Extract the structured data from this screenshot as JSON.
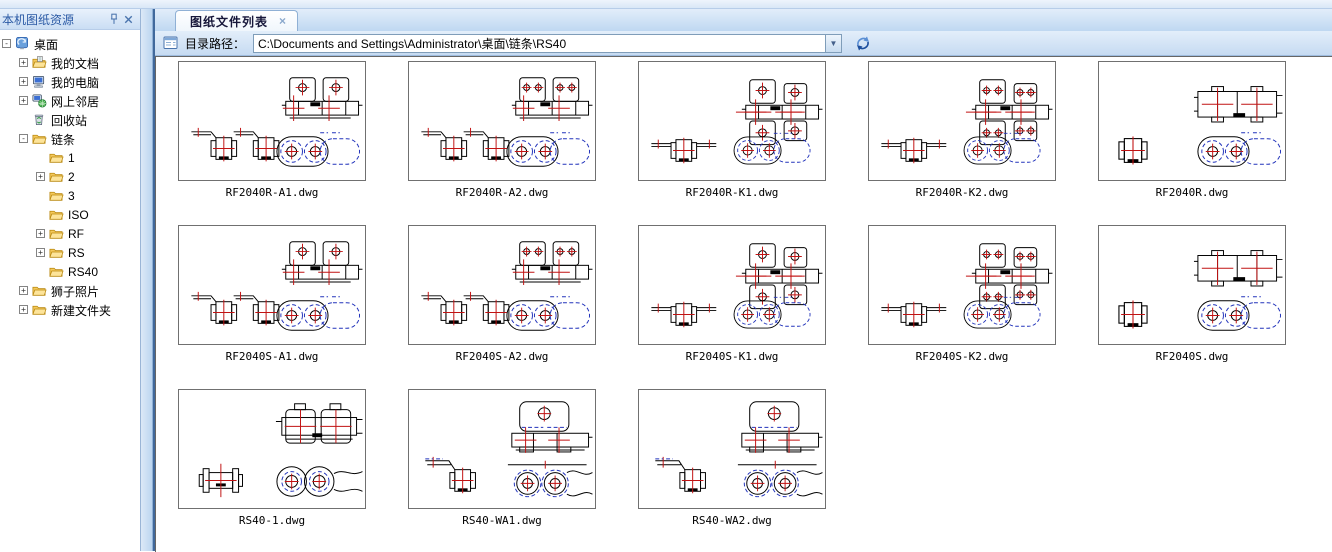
{
  "sidebar": {
    "title": "本机图纸资源",
    "pin_icon": "pin-icon",
    "close_icon": "close-icon",
    "tree": [
      {
        "label": "桌面",
        "level": 0,
        "expander": "-",
        "icon": "desktop"
      },
      {
        "label": "我的文档",
        "level": 1,
        "expander": "+",
        "icon": "documents"
      },
      {
        "label": "我的电脑",
        "level": 1,
        "expander": "+",
        "icon": "computer"
      },
      {
        "label": "网上邻居",
        "level": 1,
        "expander": "+",
        "icon": "network"
      },
      {
        "label": "回收站",
        "level": 1,
        "expander": "",
        "icon": "recycle"
      },
      {
        "label": "链条",
        "level": 1,
        "expander": "-",
        "icon": "folder"
      },
      {
        "label": "1",
        "level": 2,
        "expander": "",
        "icon": "folder"
      },
      {
        "label": "2",
        "level": 2,
        "expander": "+",
        "icon": "folder"
      },
      {
        "label": "3",
        "level": 2,
        "expander": "",
        "icon": "folder"
      },
      {
        "label": "ISO",
        "level": 2,
        "expander": "",
        "icon": "folder"
      },
      {
        "label": "RF",
        "level": 2,
        "expander": "+",
        "icon": "folder"
      },
      {
        "label": "RS",
        "level": 2,
        "expander": "+",
        "icon": "folder"
      },
      {
        "label": "RS40",
        "level": 2,
        "expander": "",
        "icon": "folder"
      },
      {
        "label": "狮子照片",
        "level": 1,
        "expander": "+",
        "icon": "folder"
      },
      {
        "label": "新建文件夹",
        "level": 1,
        "expander": "+",
        "icon": "folder"
      }
    ]
  },
  "tab": {
    "label": "图纸文件列表",
    "close_glyph": "×"
  },
  "pathbar": {
    "label": "目录路径：",
    "value": "C:\\Documents and Settings\\Administrator\\桌面\\链条\\RS40",
    "dropdown_glyph": "▼",
    "refresh_icon": "refresh-icon"
  },
  "files": [
    {
      "name": "RF2040R-A1.dwg",
      "variant": "a1"
    },
    {
      "name": "RF2040R-A2.dwg",
      "variant": "a2"
    },
    {
      "name": "RF2040R-K1.dwg",
      "variant": "k1"
    },
    {
      "name": "RF2040R-K2.dwg",
      "variant": "k2"
    },
    {
      "name": "RF2040R.dwg",
      "variant": "plain"
    },
    {
      "name": "RF2040S-A1.dwg",
      "variant": "a1"
    },
    {
      "name": "RF2040S-A2.dwg",
      "variant": "a2"
    },
    {
      "name": "RF2040S-K1.dwg",
      "variant": "k1"
    },
    {
      "name": "RF2040S-K2.dwg",
      "variant": "k2"
    },
    {
      "name": "RF2040S.dwg",
      "variant": "plain"
    },
    {
      "name": "RS40-1.dwg",
      "variant": "link"
    },
    {
      "name": "RS40-WA1.dwg",
      "variant": "wa"
    },
    {
      "name": "RS40-WA2.dwg",
      "variant": "wa"
    }
  ],
  "colors": {
    "accent_blue": "#41699c",
    "bar_gradient_top": "#e3eefa",
    "bar_gradient_bottom": "#c6dbf2",
    "cad_line": "#000000",
    "cad_center": "#c11212",
    "cad_hidden": "#2233bb",
    "folder_yellow": "#fbd56b"
  }
}
